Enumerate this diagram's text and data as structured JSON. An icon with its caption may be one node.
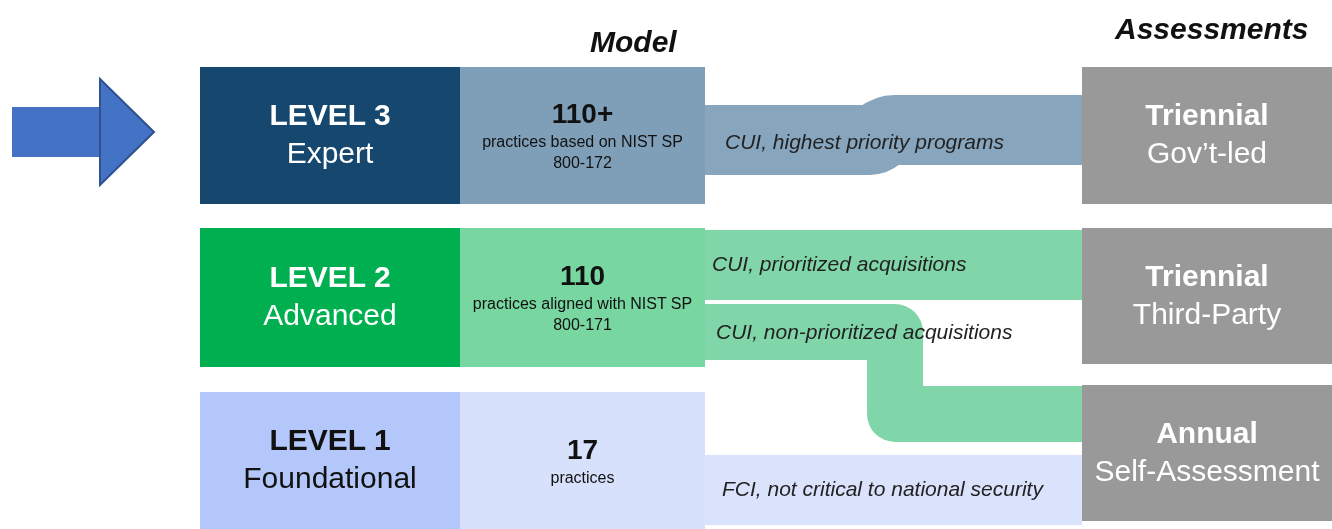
{
  "diagram": {
    "nodes": [
      {
        "text": [
          "LEVEL 3",
          "Expert"
        ]
      },
      {
        "text": [
          "110+",
          "practices based on NIST SP 800-172"
        ]
      },
      {
        "text": [
          "LEVEL 2",
          "Advanced"
        ]
      },
      {
        "text": [
          "110",
          "practices aligned with NIST SP 800-171"
        ]
      },
      {
        "text": [
          "LEVEL 1",
          "Foundational"
        ]
      },
      {
        "text": [
          "17",
          "practices"
        ]
      },
      {
        "text": [
          "Triennial",
          "Gov’t-led"
        ]
      },
      {
        "text": [
          "Triennial",
          "Third-Party"
        ]
      },
      {
        "text": [
          "Annual",
          "Self-Assessment"
        ]
      }
    ],
    "edges": [
      {
        "from": null,
        "to": 0,
        "arrow": "to",
        "color": "#4472c4"
      },
      {
        "from": 1,
        "to": 6,
        "arrow": "none",
        "label": "CUI, highest priority programs",
        "color": "#87a5bd"
      },
      {
        "from": 3,
        "to": 7,
        "arrow": "none",
        "label": "CUI, prioritized acquisitions",
        "color": "#80d6a8"
      },
      {
        "from": 3,
        "to": 8,
        "arrow": "none",
        "label": "CUI, non-prioritized acquisitions",
        "color": "#80d6a8"
      },
      {
        "from": 5,
        "to": 8,
        "arrow": "none",
        "label": "FCI, not critical to national security",
        "color": "#dae2fc"
      }
    ],
    "labels": [
      "Model",
      "Assessments"
    ]
  }
}
